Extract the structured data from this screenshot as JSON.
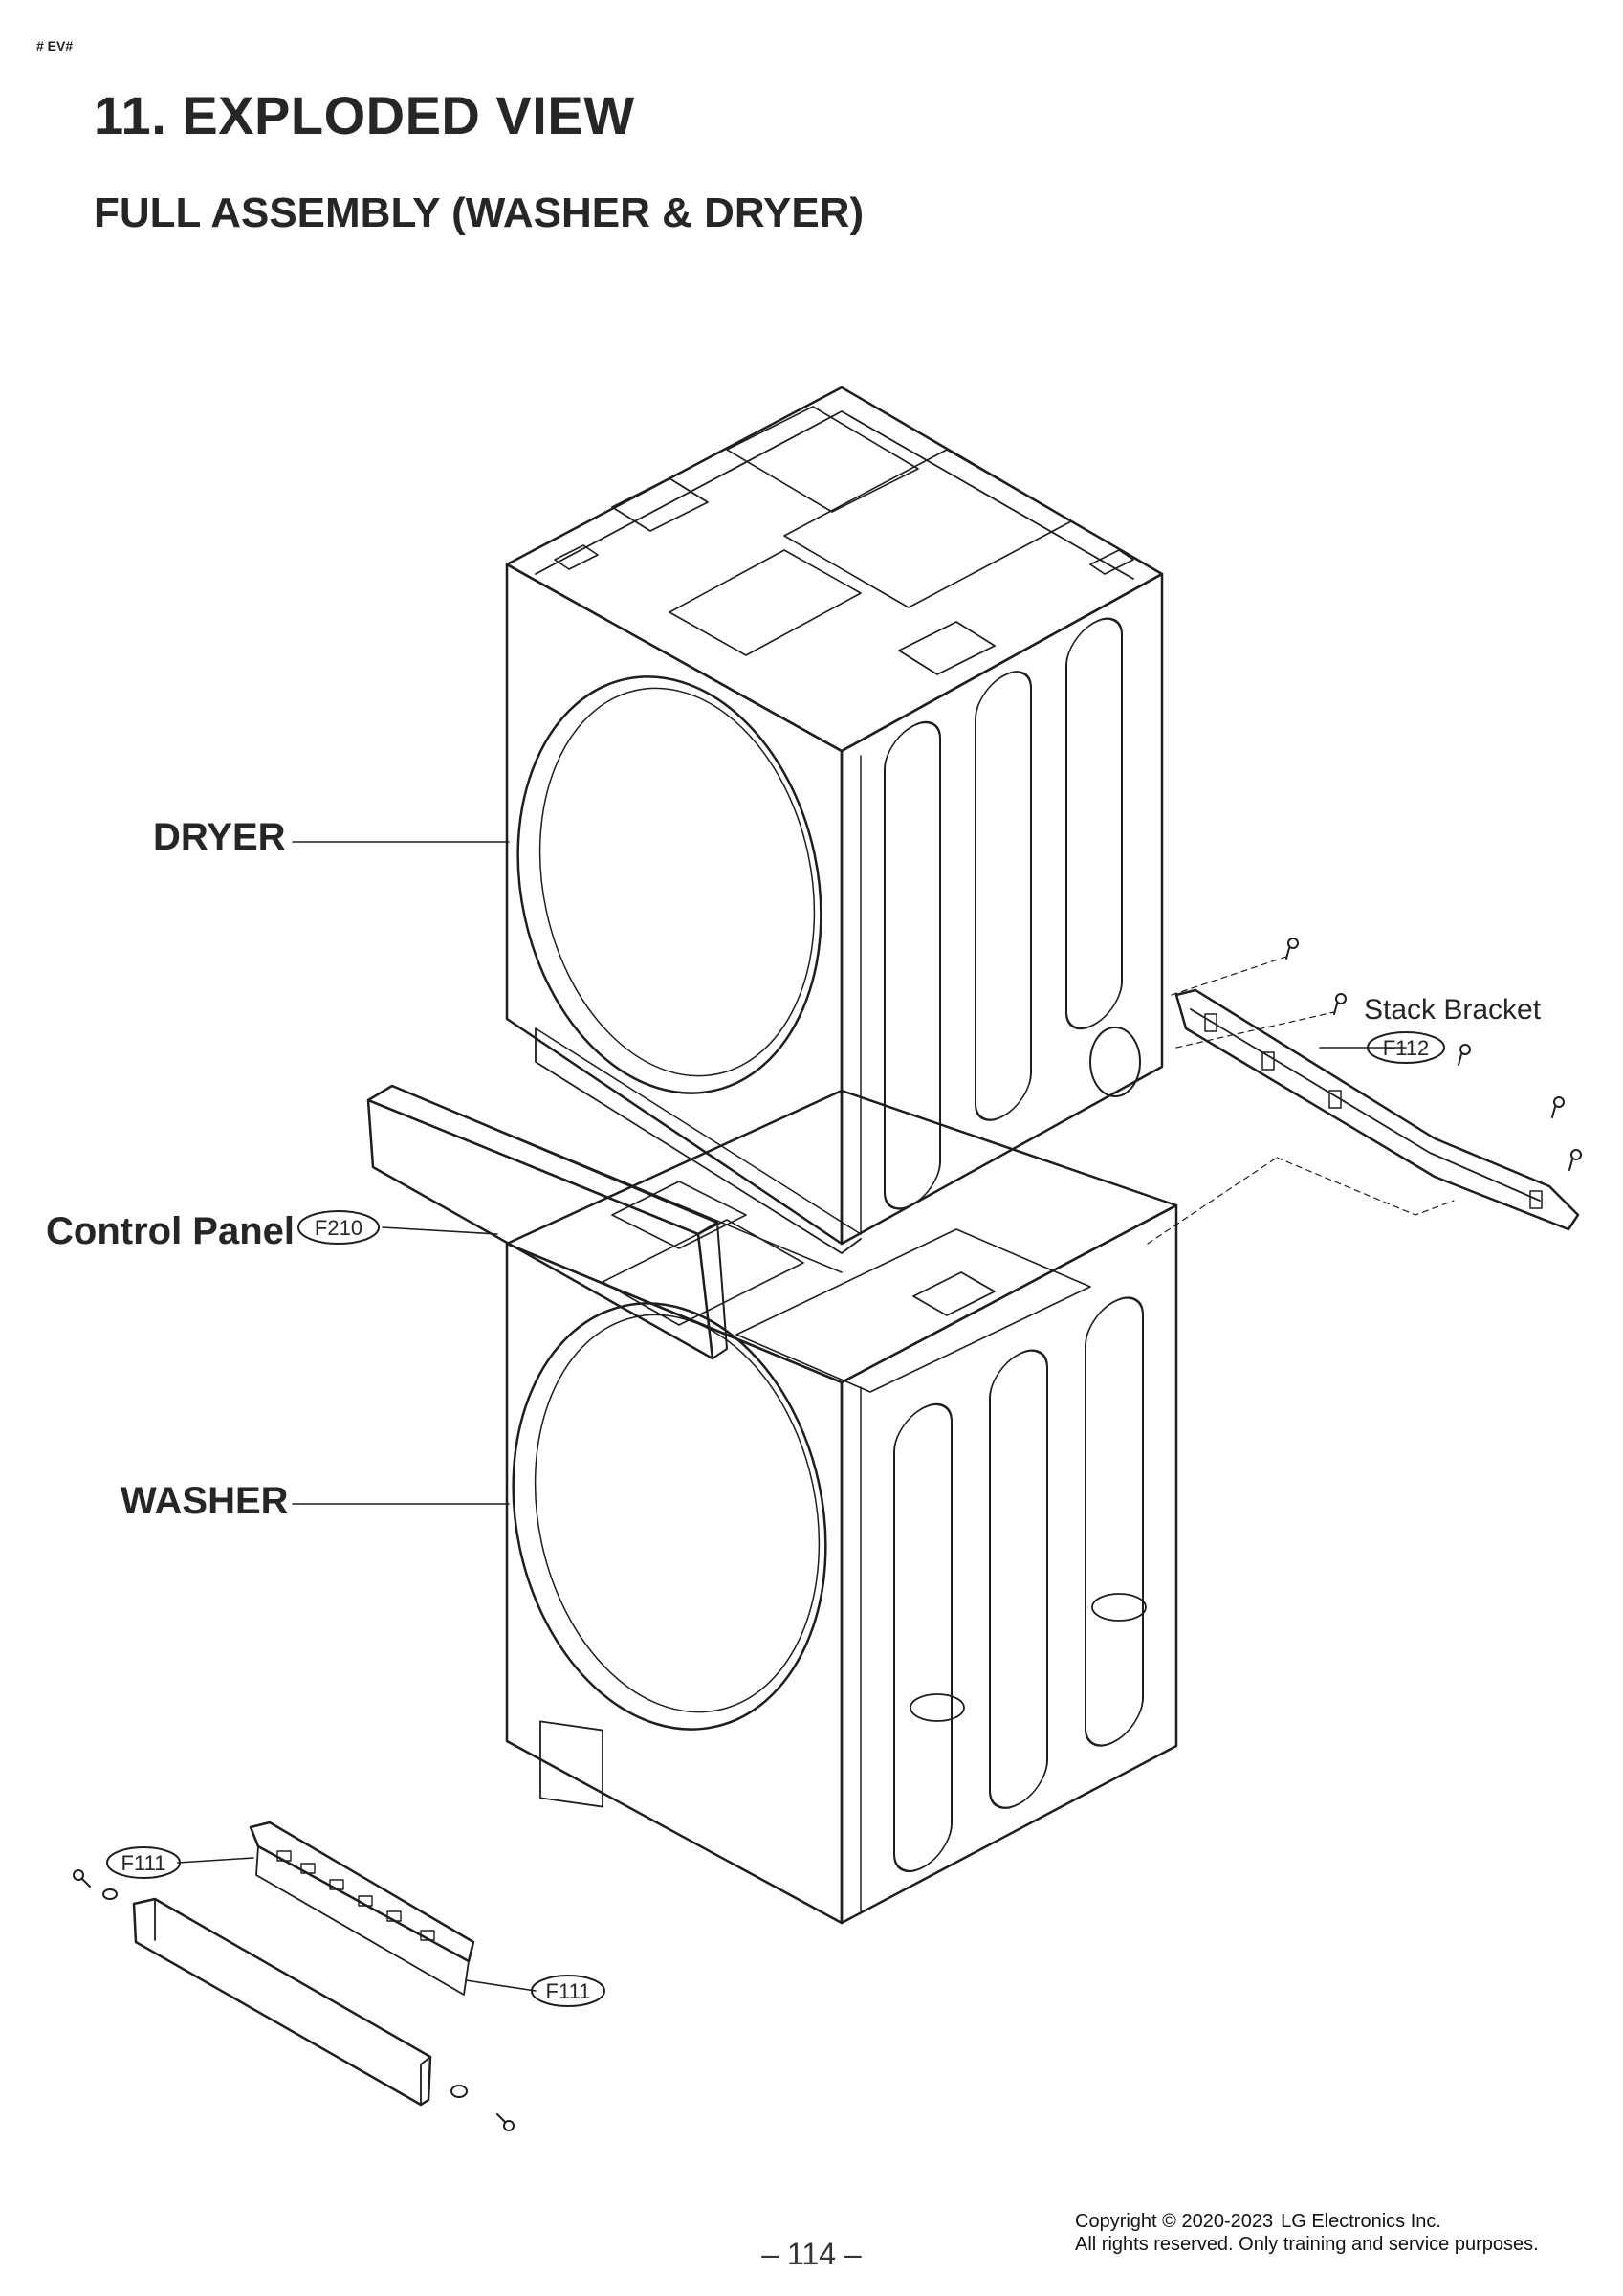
{
  "header": {
    "tag": "# EV#",
    "title": "11. EXPLODED VIEW",
    "subtitle": "FULL ASSEMBLY (WASHER & DRYER)"
  },
  "labels": {
    "dryer": "DRYER",
    "control_panel": "Control Panel",
    "washer": "WASHER",
    "stack_bracket": "Stack Bracket"
  },
  "part_codes": {
    "control_panel": "F210",
    "stack_bracket": "F112",
    "kit_top": "F111",
    "kit_right": "F111"
  },
  "footer": {
    "page_number": "– 114 –",
    "copyright_line1": "Copyright © 2020-2023",
    "copyright_brand": "LG Electronics Inc.",
    "copyright_line2": "All rights reserved. Only training and service purposes."
  }
}
